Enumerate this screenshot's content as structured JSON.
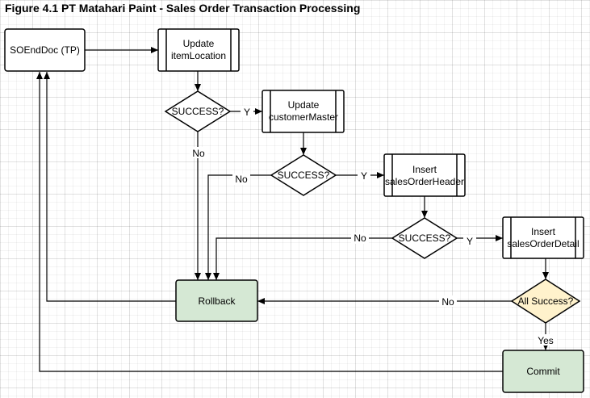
{
  "title": "Figure 4.1 PT Matahari Paint - Sales Order Transaction Processing",
  "colors": {
    "process_fill": "#ffffff",
    "rollback_fill": "#d5e8d4",
    "commit_fill": "#d5e8d4",
    "all_success_fill": "#fff2cc",
    "stroke": "#000000"
  },
  "nodes": {
    "so_end_doc": "SOEndDoc (TP)",
    "update_item": [
      "Update",
      "itemLocation"
    ],
    "success_1": "SUCCESS?",
    "update_customer": [
      "Update",
      "customerMaster"
    ],
    "success_2": "SUCCESS?",
    "insert_header": [
      "Insert",
      "salesOrderHeader"
    ],
    "success_3": "SUCCESS?",
    "insert_detail": [
      "Insert",
      "salesOrderDetail"
    ],
    "all_success": "All Success?",
    "rollback": "Rollback",
    "commit": "Commit"
  },
  "edge_labels": {
    "yes": "Y",
    "no": "No",
    "all_yes": "Yes"
  }
}
